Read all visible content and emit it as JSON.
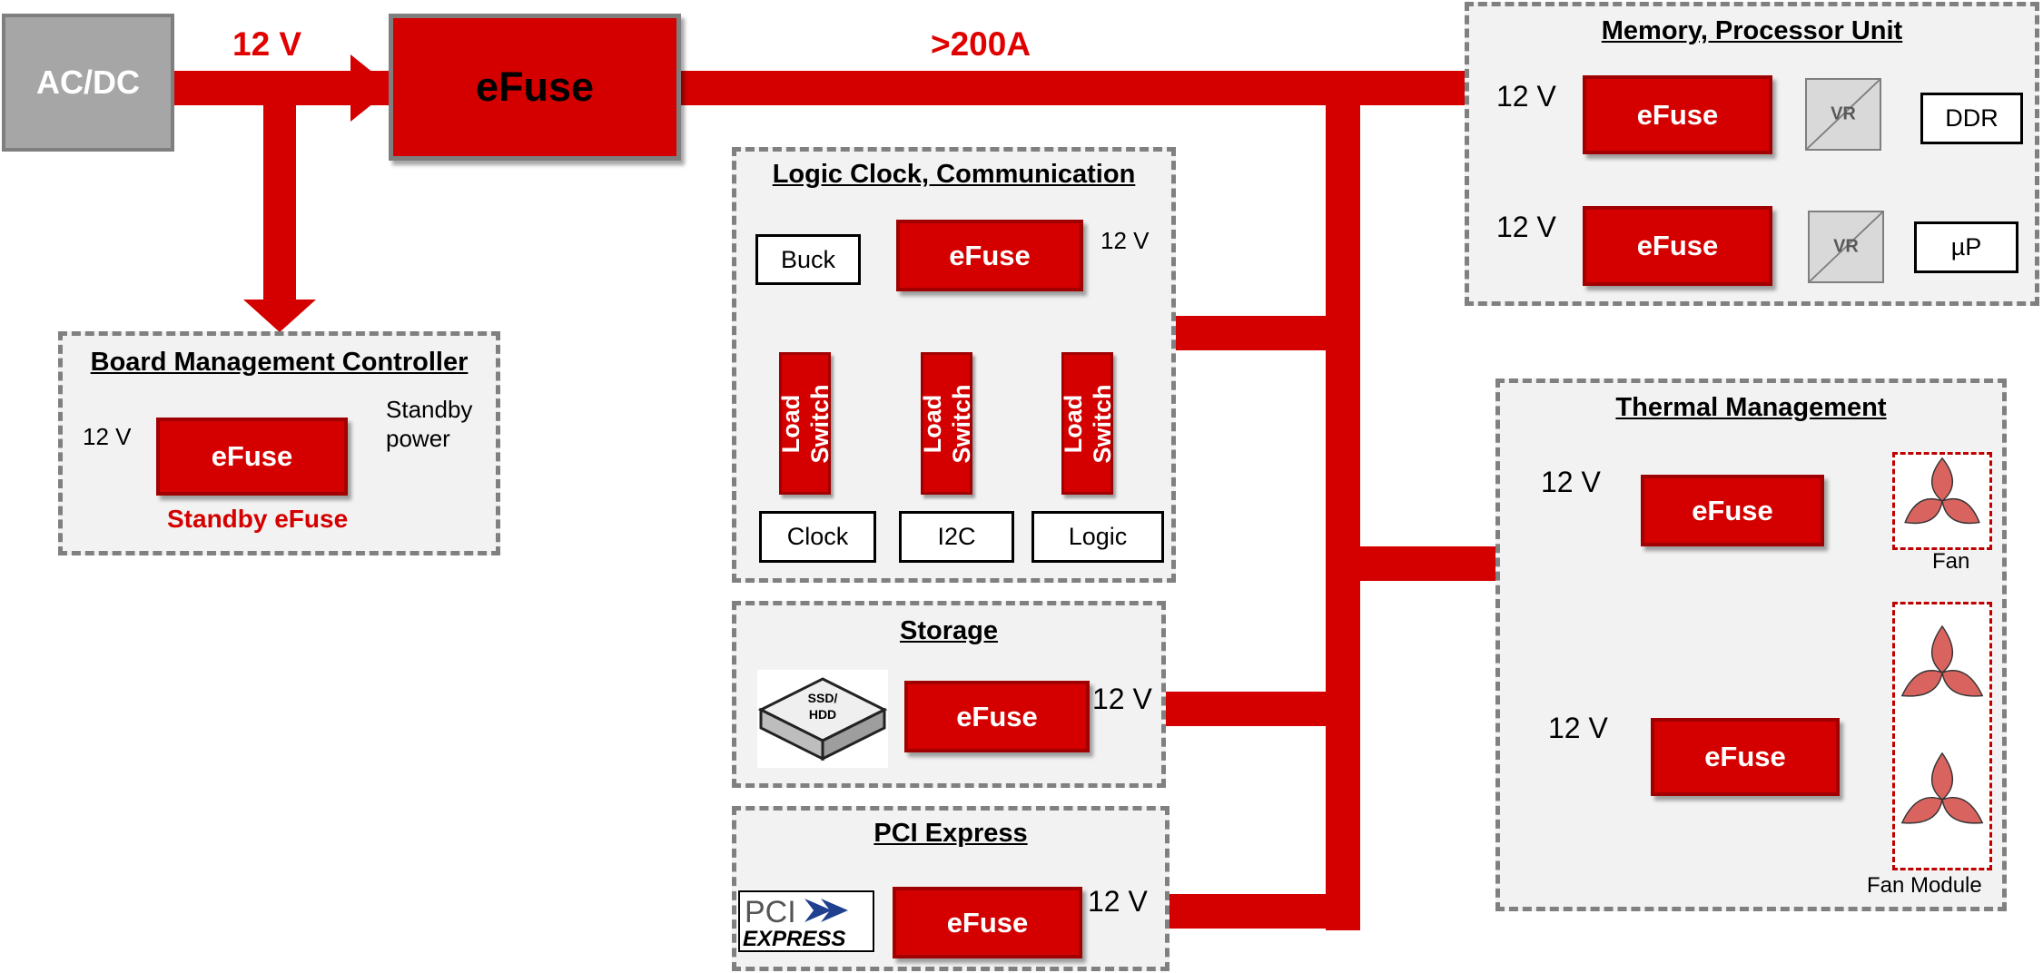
{
  "colors": {
    "power_red": "#d40000",
    "frame_gray": "#808080",
    "panel_bg": "#f2f2f2",
    "acdc_gray": "#a6a6a6"
  },
  "top": {
    "acdc": "AC/DC",
    "bus_voltage": "12 V",
    "main_efuse": "eFuse",
    "current": ">200A"
  },
  "bmc": {
    "title": "Board Management Controller",
    "voltage": "12 V",
    "efuse": "eFuse",
    "output": "Standby\npower",
    "caption": "Standby eFuse"
  },
  "logic": {
    "title": "Logic Clock, Communication",
    "buck": "Buck",
    "efuse": "eFuse",
    "voltage": "12 V",
    "switch_label": "Load\nSwitch",
    "loads": [
      "Clock",
      "I2C",
      "Logic"
    ]
  },
  "storage": {
    "title": "Storage",
    "device": "SSD/\nHDD",
    "efuse": "eFuse",
    "voltage": "12 V"
  },
  "pcie": {
    "title": "PCI Express",
    "logo_top": "PCI",
    "logo_bottom": "EXPRESS",
    "efuse": "eFuse",
    "voltage": "12 V"
  },
  "memory": {
    "title": "Memory, Processor Unit",
    "rows": [
      {
        "voltage": "12 V",
        "efuse": "eFuse",
        "vr": "VR",
        "load": "DDR"
      },
      {
        "voltage": "12 V",
        "efuse": "eFuse",
        "vr": "VR",
        "load": "µP"
      }
    ]
  },
  "thermal": {
    "title": "Thermal Management",
    "rows": [
      {
        "voltage": "12 V",
        "efuse": "eFuse",
        "caption": "Fan"
      },
      {
        "voltage": "12 V",
        "efuse": "eFuse",
        "caption": "Fan Module"
      }
    ]
  }
}
